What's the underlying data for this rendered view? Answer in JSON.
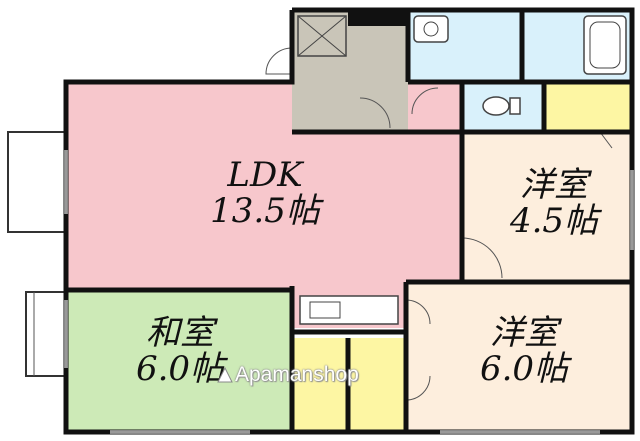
{
  "floor_plan": {
    "rooms": [
      {
        "id": "ldk",
        "name": "LDK",
        "size": "13.5帖",
        "fill": "#f7c7cc"
      },
      {
        "id": "western_1",
        "name": "洋室",
        "size": "4.5帖",
        "fill": "#fdeedd"
      },
      {
        "id": "japanese",
        "name": "和室",
        "size": "6.0帖",
        "fill": "#cdeab7"
      },
      {
        "id": "western_2",
        "name": "洋室",
        "size": "6.0帖",
        "fill": "#fdeedd"
      }
    ],
    "colors": {
      "wall": "#111111",
      "entrance": "#c9c5b8",
      "wet_area": "#d9f1fb",
      "storage": "#fdf6a3",
      "outline": "#333333"
    }
  },
  "watermark": {
    "text": "Apamanshop"
  }
}
